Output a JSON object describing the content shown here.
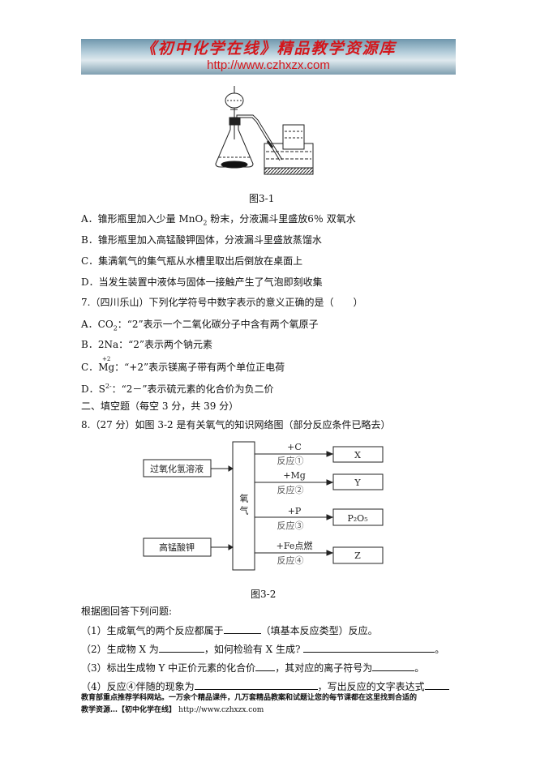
{
  "banner": {
    "title": "《初中化学在线》精品教学资源库",
    "url": "http://www.czhxzx.com"
  },
  "fig1": {
    "caption": "图3-1"
  },
  "q6": {
    "A": "A．锥形瓶里加入少量 MnO",
    "A_sub": "2",
    "A_rest": " 粉末，分液漏斗里盛放6％ 双氧水",
    "B": "B．锥形瓶里加入高锰酸钾固体，分液漏斗里盛放蒸馏水",
    "C": "C．集满氧气的集气瓶从水槽里取出后倒放在桌面上",
    "D": "D．当发生装置中液体与固体一接触产生了气泡即刻收集"
  },
  "q7": {
    "stem": "7.（四川乐山）下列化学符号中数字表示的意义正确的是（　　）",
    "A": "A．CO",
    "A_sub": "2",
    "A_rest": "：“2”表示一个二氧化碳分子中含有两个氧原子",
    "B": "B．2Na：“2”表示两个钠元素",
    "C": "C．",
    "C_sup": "+2",
    "C_sym": "Mg",
    "C_rest": "：“+2”表示镁离子带有两个单位正电荷",
    "D": "D．S",
    "D_sup": "2-",
    "D_rest": "：“2－”表示硫元素的化合价为负二价"
  },
  "section2": "二、填空题（每空 3 分，共 39 分）",
  "q8": {
    "stem": "8.（27 分）如图 3-2 是有关氧气的知识网络图（部分反应条件已略去）"
  },
  "fig2": {
    "caption": "图3-2",
    "left1": "过氧化氢溶液",
    "left2": "高锰酸钾",
    "center": "氧气",
    "reactions": [
      {
        "reagent": "+C",
        "label": "反应①",
        "product": "X"
      },
      {
        "reagent": "+Mg",
        "label": "反应②",
        "product": "Y"
      },
      {
        "reagent": "+P",
        "label": "反应③",
        "product": "P₂O₅"
      },
      {
        "reagent": "+Fe点燃",
        "label": "反应④",
        "product": "Z"
      }
    ]
  },
  "answers": {
    "intro": "根据图回答下列问题:",
    "p1a": "（1）生成氧气的两个反应都属于",
    "p1b": "（填基本反应类型）反应。",
    "p2a": "（2）生成物 X 为",
    "p2b": "，如何检验有 X 生成?",
    "p2c": "。",
    "p3a": "（3）标出生成物 Y 中正价元素的化合价",
    "p3b": "，其对应的离子符号为",
    "p3c": "。",
    "p4a": "（4）反应④伴随的现象为",
    "p4b": "，写出反应的文字表达式"
  },
  "footer": {
    "line1": "教育部重点推荐学科网站。一万余个精品课件，几万套精品教案和试题让您的每节课都在这里找到合适的",
    "line2": "教学资源…【初中化学在线】",
    "url": "http://www.czhxzx.com"
  }
}
